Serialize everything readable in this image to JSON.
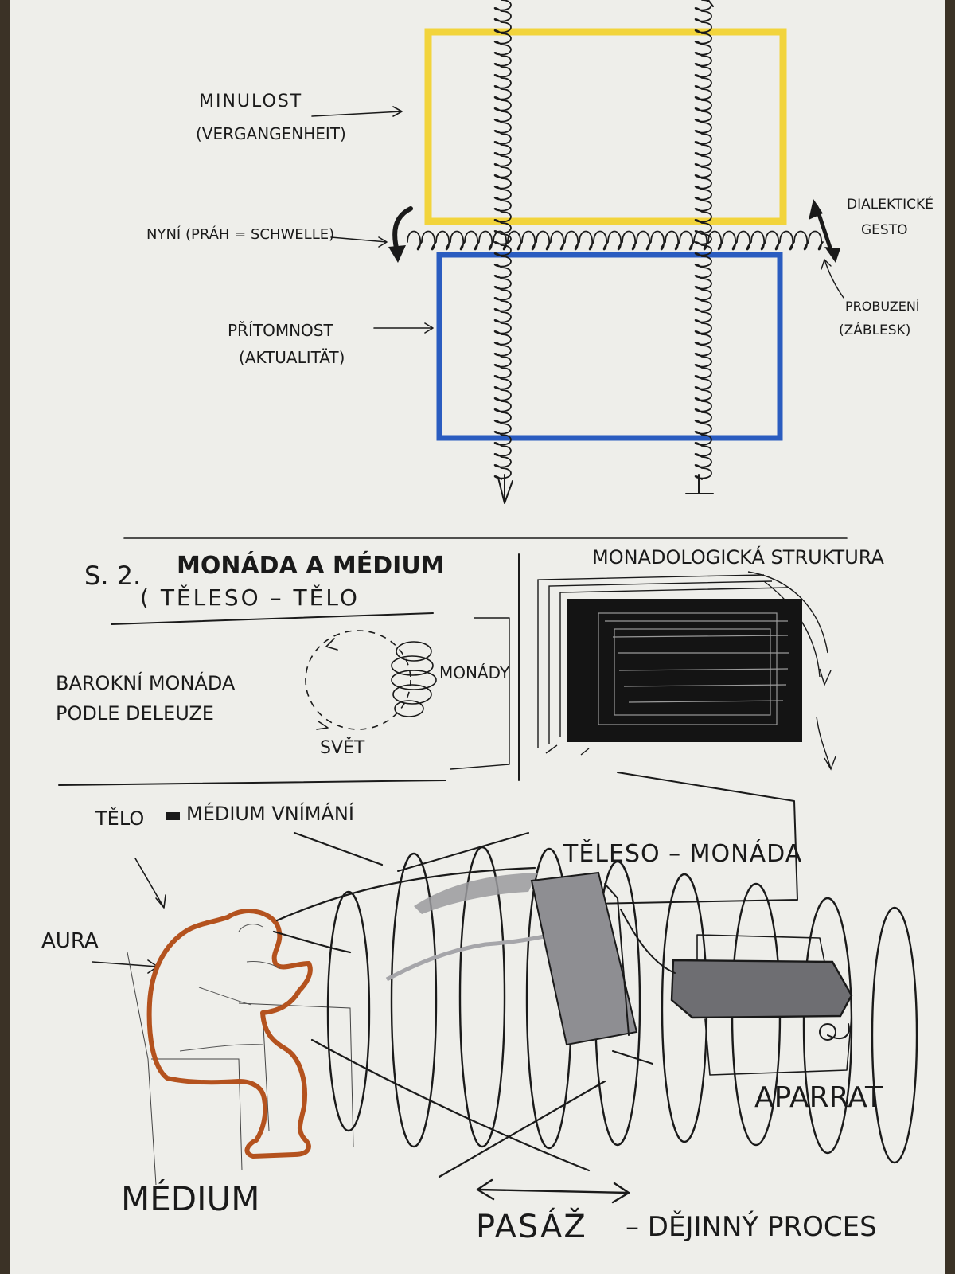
{
  "top": {
    "minulost": "MINULOST",
    "vergangenheit": "(VERGANGENHEIT)",
    "nyni": "NYNÍ (PRÁH = SCHWELLE)",
    "pritomnost": "PŘÍTOMNOST",
    "aktualitat": "(AKTUALITÄT)",
    "dialekticke": "DIALEKTICKÉ",
    "gesto": "GESTO",
    "probuzeni": "PROBUZENÍ",
    "zablesk": "(ZÁBLESK)"
  },
  "section": {
    "number": "S. 2.",
    "title": "MONÁDA A MÉDIUM",
    "subtitle": "( TĚLESO – TĚLO"
  },
  "monad": {
    "barokni": "BAROKNÍ MONÁDA",
    "podle": "PODLE DELEUZE",
    "monady": "MONÁDY",
    "svet": "SVĚT"
  },
  "structure": {
    "label": "MONADOLOGICKÁ STRUKTURA"
  },
  "bottom": {
    "telo_medium": "TĚLO",
    "medium_vnimani": "MÉDIUM VNÍMÁNÍ",
    "teleso_monada": "TĚLESO – MONÁDA",
    "aura": "AURA",
    "aparrat": "APARRAT",
    "medium": "MÉDIUM",
    "pasaz": "PASÁŽ",
    "dejinny": "– DĚJINNÝ PROCES"
  },
  "colors": {
    "paper": "#eeeeea",
    "ink": "#1a1a1a",
    "yellow": "#f2d43c",
    "blue": "#2a5cc0",
    "orange": "#b4521e",
    "gray": "#8a8a8e"
  }
}
